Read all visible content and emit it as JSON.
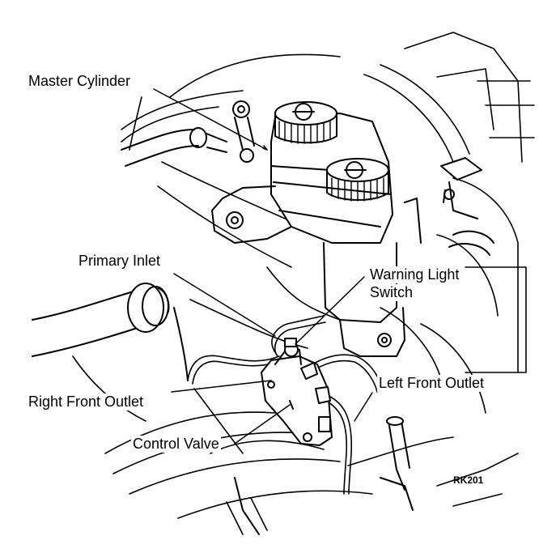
{
  "labels": {
    "master_cylinder": "Master Cylinder",
    "primary_inlet": "Primary Inlet",
    "warning_light_switch_line1": "Warning Light",
    "warning_light_switch_line2": "Switch",
    "right_front_outlet": "Right Front Outlet",
    "left_front_outlet": "Left Front Outlet",
    "control_valve": "Control Valve"
  },
  "figure_code": "RK201",
  "colors": {
    "ink": "#000000",
    "paper": "#ffffff"
  }
}
